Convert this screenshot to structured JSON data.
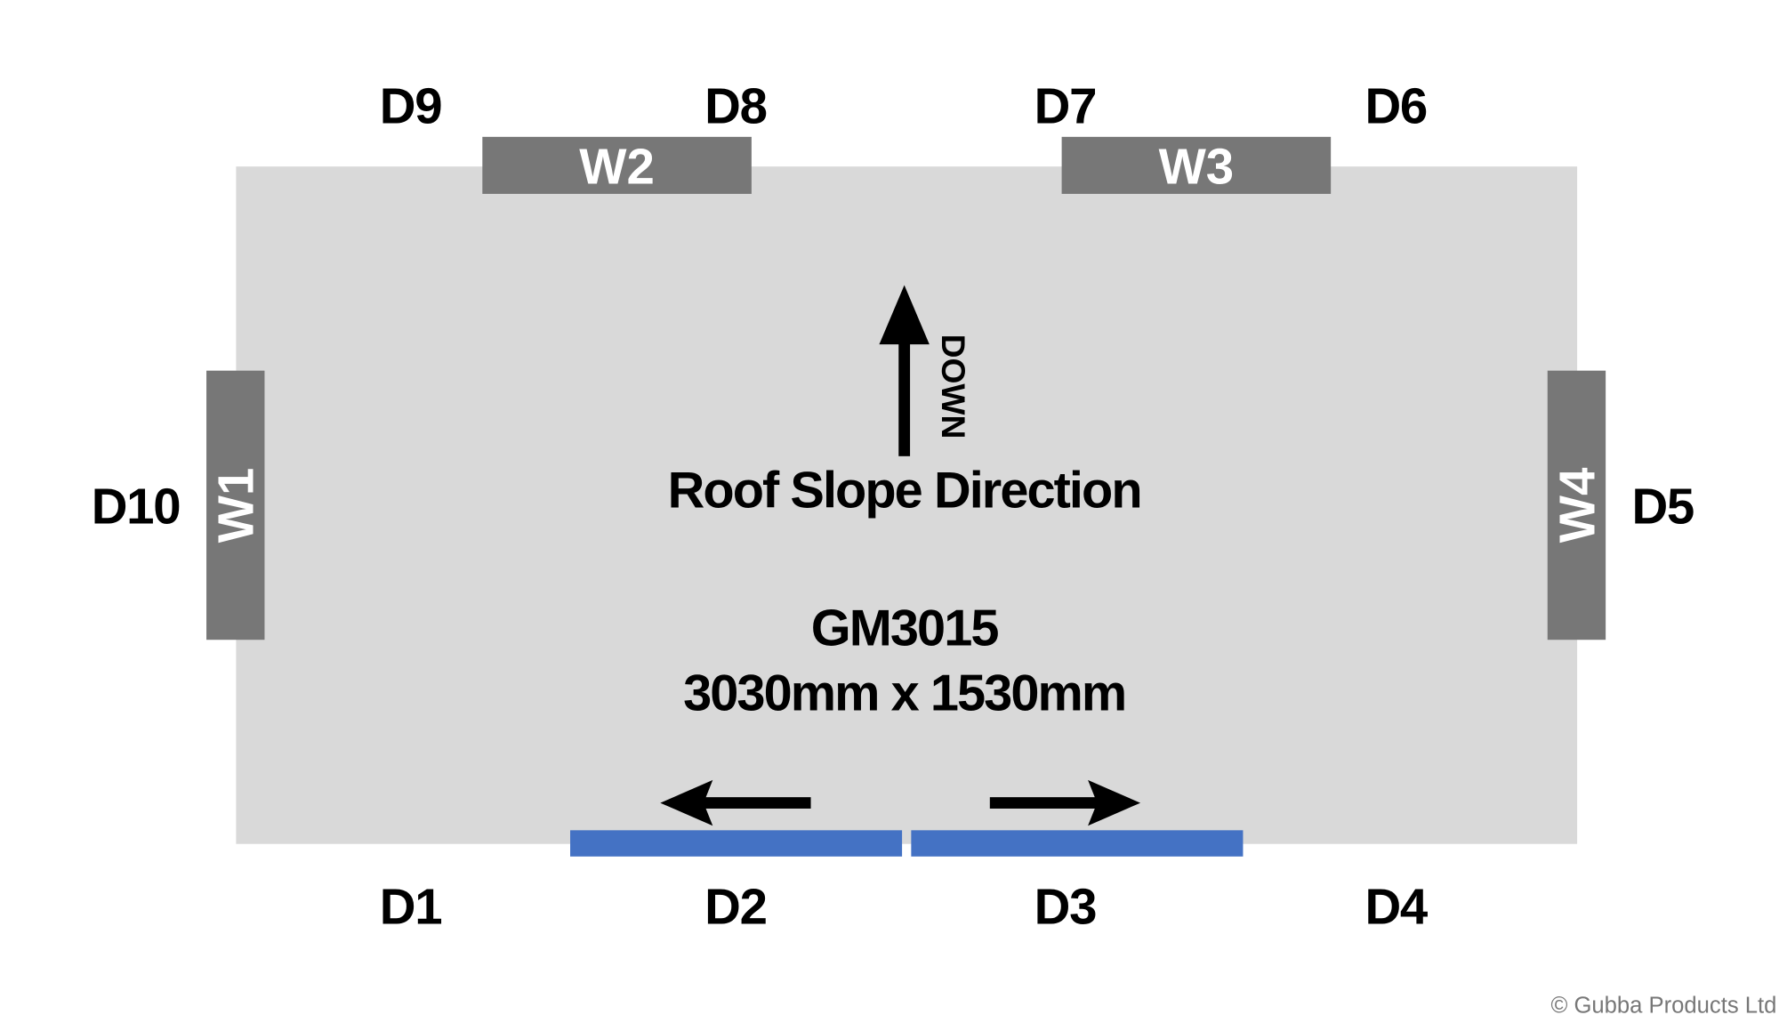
{
  "colors": {
    "panel": "#d9d9d9",
    "wall": "#777777",
    "door": "#4472c4",
    "text": "#000000"
  },
  "walls": {
    "w1": "W1",
    "w2": "W2",
    "w3": "W3",
    "w4": "W4"
  },
  "door_positions": {
    "d1": "D1",
    "d2": "D2",
    "d3": "D3",
    "d4": "D4",
    "d5": "D5",
    "d6": "D6",
    "d7": "D7",
    "d8": "D8",
    "d9": "D9",
    "d10": "D10"
  },
  "slope": {
    "direction_label": "DOWN",
    "title": "Roof Slope Direction"
  },
  "model": {
    "code": "GM3015",
    "dimensions": "3030mm x 1530mm"
  },
  "copyright": "© Gubba Products Ltd"
}
